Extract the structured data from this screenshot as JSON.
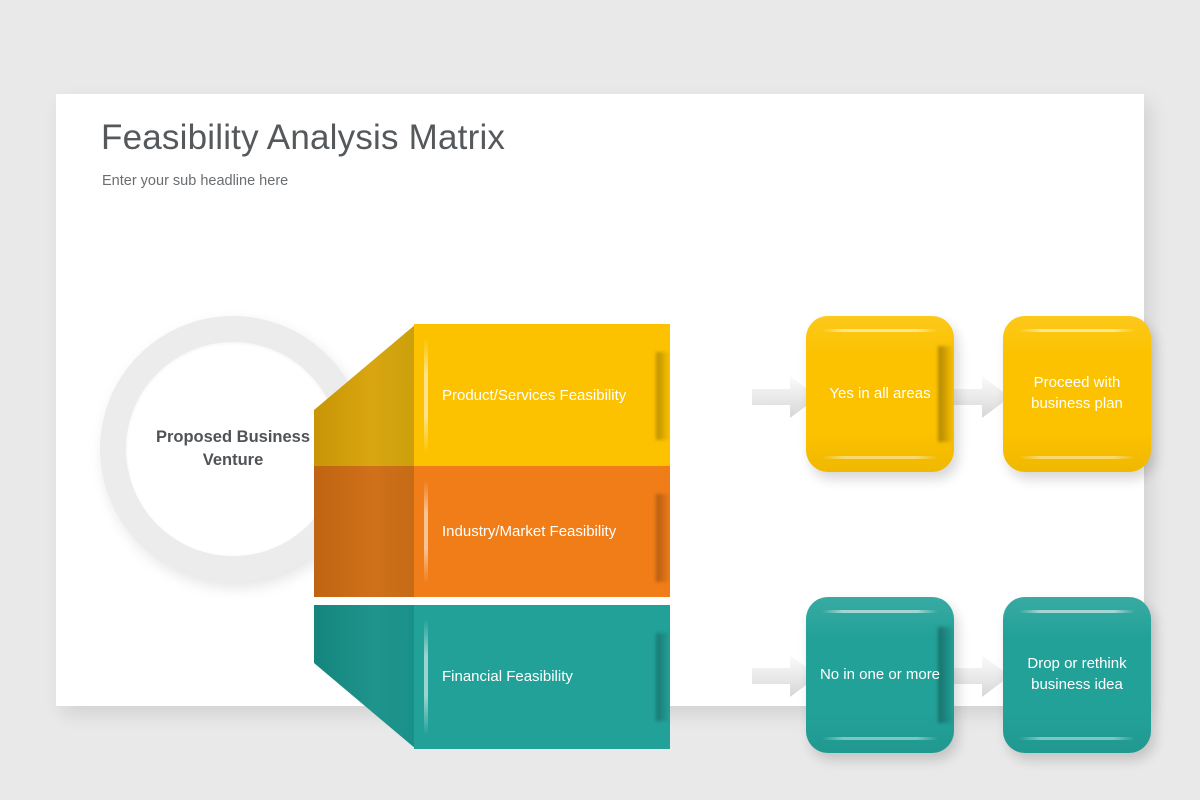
{
  "slide": {
    "title": "Feasibility Analysis Matrix",
    "subtitle": "Enter your sub headline here"
  },
  "hub": {
    "label": "Proposed Business Venture"
  },
  "colors": {
    "page_background": "#e9e9e9",
    "card_background": "#ffffff",
    "title_text": "#55595c",
    "subtitle_text": "#6a6e71",
    "yellow": "#fcc200",
    "yellow_dark": "#d4a10d",
    "orange": "#f07d18",
    "orange_dark": "#cb6c16",
    "teal": "#22a198",
    "teal_dark": "#1d8c84",
    "arrow": "#e3e3e3",
    "hub_ring": "#ececec"
  },
  "branches": [
    {
      "id": "product",
      "label": "Product/Services Feasibility",
      "color": "#fcc200",
      "connector_color": "#d4a10d"
    },
    {
      "id": "industry",
      "label": "Industry/Market Feasibility",
      "color": "#f07d18",
      "connector_color": "#cb6c16"
    },
    {
      "id": "financial",
      "label": "Financial Feasibility",
      "color": "#22a198",
      "connector_color": "#1d8c84"
    }
  ],
  "outcomes": {
    "positive": {
      "condition": "Yes in all areas",
      "result": "Proceed with business plan",
      "color": "#fcc200"
    },
    "negative": {
      "condition": "No in one or more",
      "result": "Drop or rethink business idea",
      "color": "#22a198"
    }
  },
  "icons": {
    "arrow": "arrow-right-icon"
  }
}
